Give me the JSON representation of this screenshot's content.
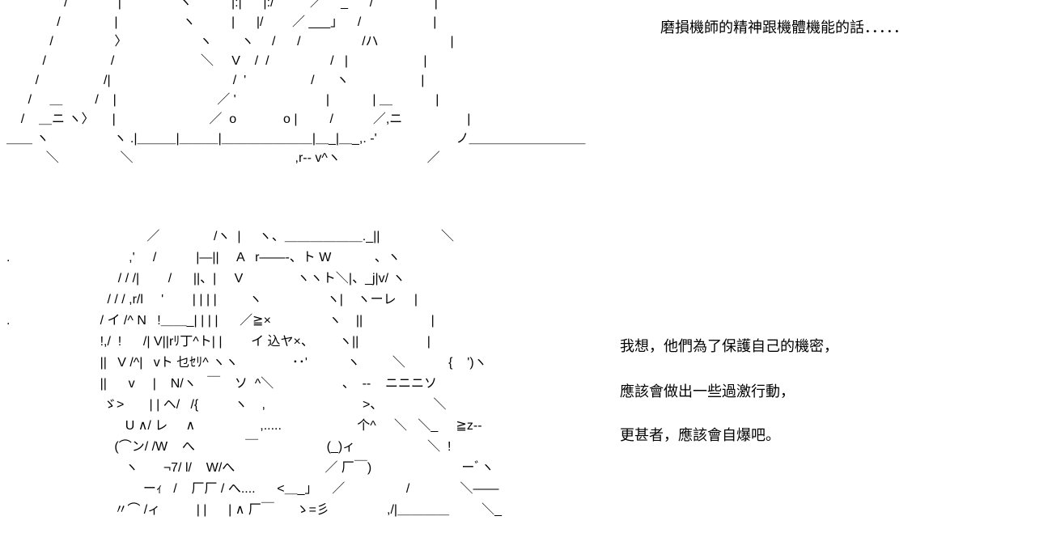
{
  "ascii_art": {
    "top_lines": [
      "                /              |                ヽ           |:|      |:/          ／     _      /                 |",
      "              /               |                  ヽ          |      |/        ／ ___」    /                    |",
      "            /                 〉                    ヽ        ヽ     /      /                 /ハ                    |",
      "          /                  /                        ＼     V    /  /                 /   |                     |",
      "        /                  /|                                  /  '                  /      ヽ                    |",
      "      /     ＿         /    |                            ／ '                         |            | ＿            |",
      "    /    ＿ニ ヽ〉     |                          ／  o             o |         /           ／,ニ                  |",
      "＿＿ ヽ                  ヽ .|＿＿＿|＿＿＿|＿＿＿＿＿＿＿|＿_|＿_,. -'                      ノ＿＿＿＿＿＿＿＿＿",
      "           ＼                 ＼                                             ,r-- v^ヽ                        ／"
    ],
    "bottom_lines": [
      "                                       ／               /ヽ  |     ヽ、＿＿＿＿＿＿._||                 ＼",
      ".                                 ,'     /           |―||     A   r――-、ト W            、ヽ",
      "                               / / /|        /      ||、|     V               ヽヽト＼|、_j|v/ ヽ",
      "                            / / / ,r/l     '        | | | |         ヽ                  ヽ|    ヽーレ     |",
      ".                         / イ /^ N   !＿＿_| | | |      ／≧×                ヽ    ||                   |",
      "                          !,/  !      /| V||rﾘ丁^ト| |        イ 込ヤ×、       ヽ||                   |",
      "                          ||   V /^|   vト 乜ｾﾘ^ ヽヽ               ･･'           ヽ         ＼            {    ')ヽ",
      "                          ||      v     |    N/ヽ   ￣    ソ  ^＼                   、  -‐    ニニニソ",
      "                           ゞ>       | | ヘ/   /{          ヽ    ,                           >、              ＼",
      "                                 U ∧/ レ     ∧                  ,.....                     个^     ＼   ＼_     ≧z--",
      "                              (⌒ン/ /W    へ              ￣                   (_)ィ                    ＼  !",
      "                                 ヽ       ¬7/ l/    W/へ                         ／ 厂￣)                         ーﾞヽ",
      "                                      ーｨ   /    厂厂 / へ....      <＿_」    ／                 /              ＼――",
      "                              〃⌒ /ィ          | |      | ∧ 厂￣      ゝ=彡                ,/|＿＿＿＿         ＼_"
    ]
  },
  "captions": {
    "line1": "磨損機師的精神跟機體機能的話．．．．．",
    "line2": "我想，他們為了保護自己的機密，",
    "line3": "應該會做出一些過激行動，",
    "line4": "更甚者，應該會自爆吧。"
  }
}
